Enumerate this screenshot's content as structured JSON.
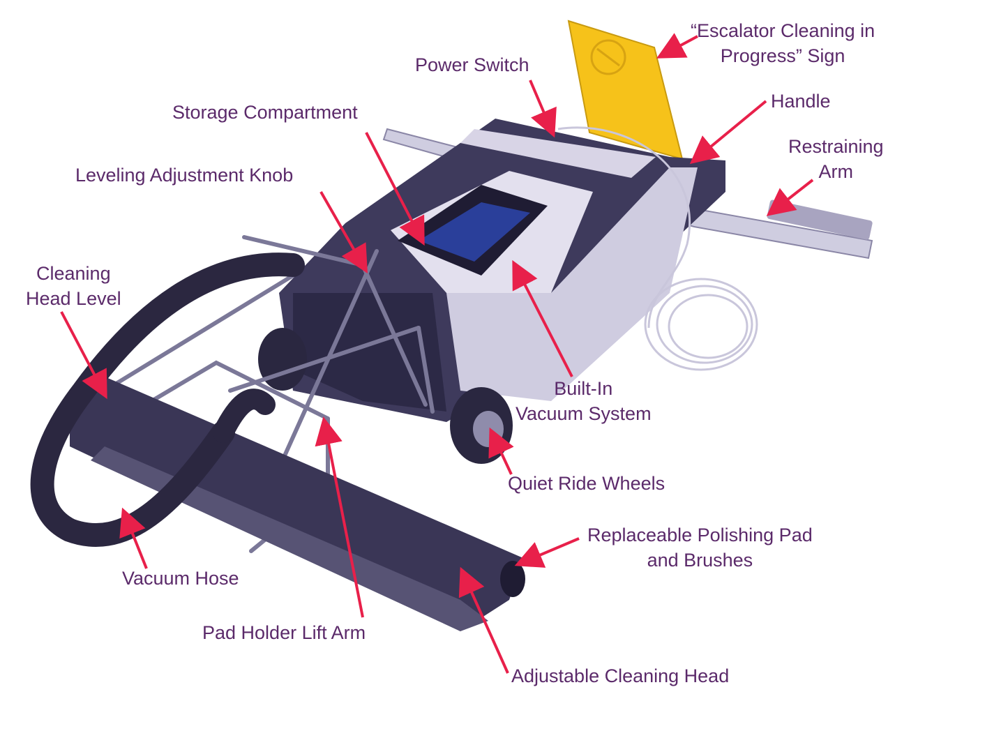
{
  "diagram": {
    "colors": {
      "label_text": "#5b2a6a",
      "arrow": "#e8204a",
      "machine_dark": "#3e3a5c",
      "machine_panel": "#d8d4e6",
      "sign_yellow": "#f6c21a",
      "panel_blue": "#2a3f9a"
    },
    "labels": {
      "escalator_sign": [
        "“Escalator Cleaning in",
        "Progress” Sign"
      ],
      "power_switch": "Power Switch",
      "handle": "Handle",
      "storage_compartment": "Storage Compartment",
      "restraining_arm": [
        "Restraining",
        "Arm"
      ],
      "leveling_knob": "Leveling Adjustment Knob",
      "cleaning_head_level": [
        "Cleaning",
        "Head Level"
      ],
      "vacuum_system": [
        "Built-In",
        "Vacuum System"
      ],
      "quiet_wheels": "Quiet Ride Wheels",
      "polishing_pad": [
        "Replaceable Polishing Pad",
        "and Brushes"
      ],
      "vacuum_hose": "Vacuum Hose",
      "lift_arm": "Pad Holder Lift Arm",
      "cleaning_head": "Adjustable Cleaning Head"
    }
  }
}
